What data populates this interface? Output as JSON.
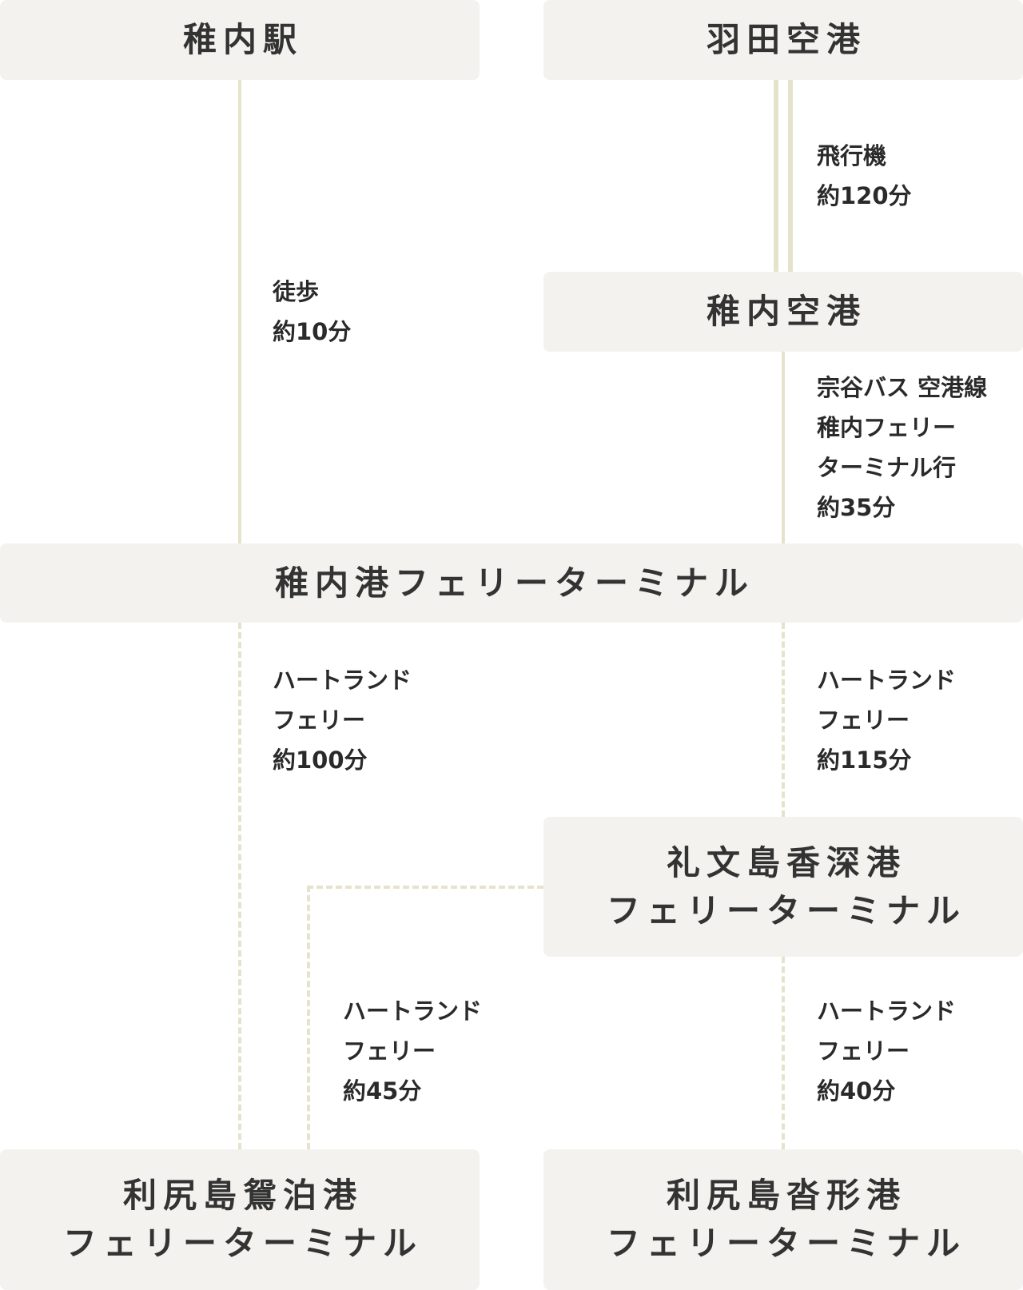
{
  "stations": {
    "wakkanai_station": {
      "lines": [
        "稚内駅"
      ]
    },
    "haneda_airport": {
      "lines": [
        "羽田空港"
      ]
    },
    "wakkanai_airport": {
      "lines": [
        "稚内空港"
      ]
    },
    "wakkanai_ferry": {
      "lines": [
        "稚内港フェリーターミナル"
      ]
    },
    "rebun_kafuka": {
      "lines": [
        "礼文島香深港",
        "フェリーターミナル"
      ]
    },
    "rishiri_oshidomari": {
      "lines": [
        "利尻島鴛泊港",
        "フェリーターミナル"
      ]
    },
    "rishiri_kutsugata": {
      "lines": [
        "利尻島沓形港",
        "フェリーターミナル"
      ]
    }
  },
  "routes": {
    "walk": [
      "徒歩",
      "約10分"
    ],
    "plane": [
      "飛行機",
      "約120分"
    ],
    "bus": [
      "宗谷バス 空港線",
      "稚内フェリー",
      "ターミナル行",
      "約35分"
    ],
    "ferry_to_rishiri": [
      "ハートランド",
      "フェリー",
      "約100分"
    ],
    "ferry_to_rebun": [
      "ハートランド",
      "フェリー",
      "約115分"
    ],
    "rebun_to_oshidomari": [
      "ハートランド",
      "フェリー",
      "約45分"
    ],
    "rebun_to_kutsugata": [
      "ハートランド",
      "フェリー",
      "約40分"
    ]
  },
  "colors": {
    "box": "#f3f2ee",
    "line": "#e6e3cc",
    "text": "#333333"
  }
}
